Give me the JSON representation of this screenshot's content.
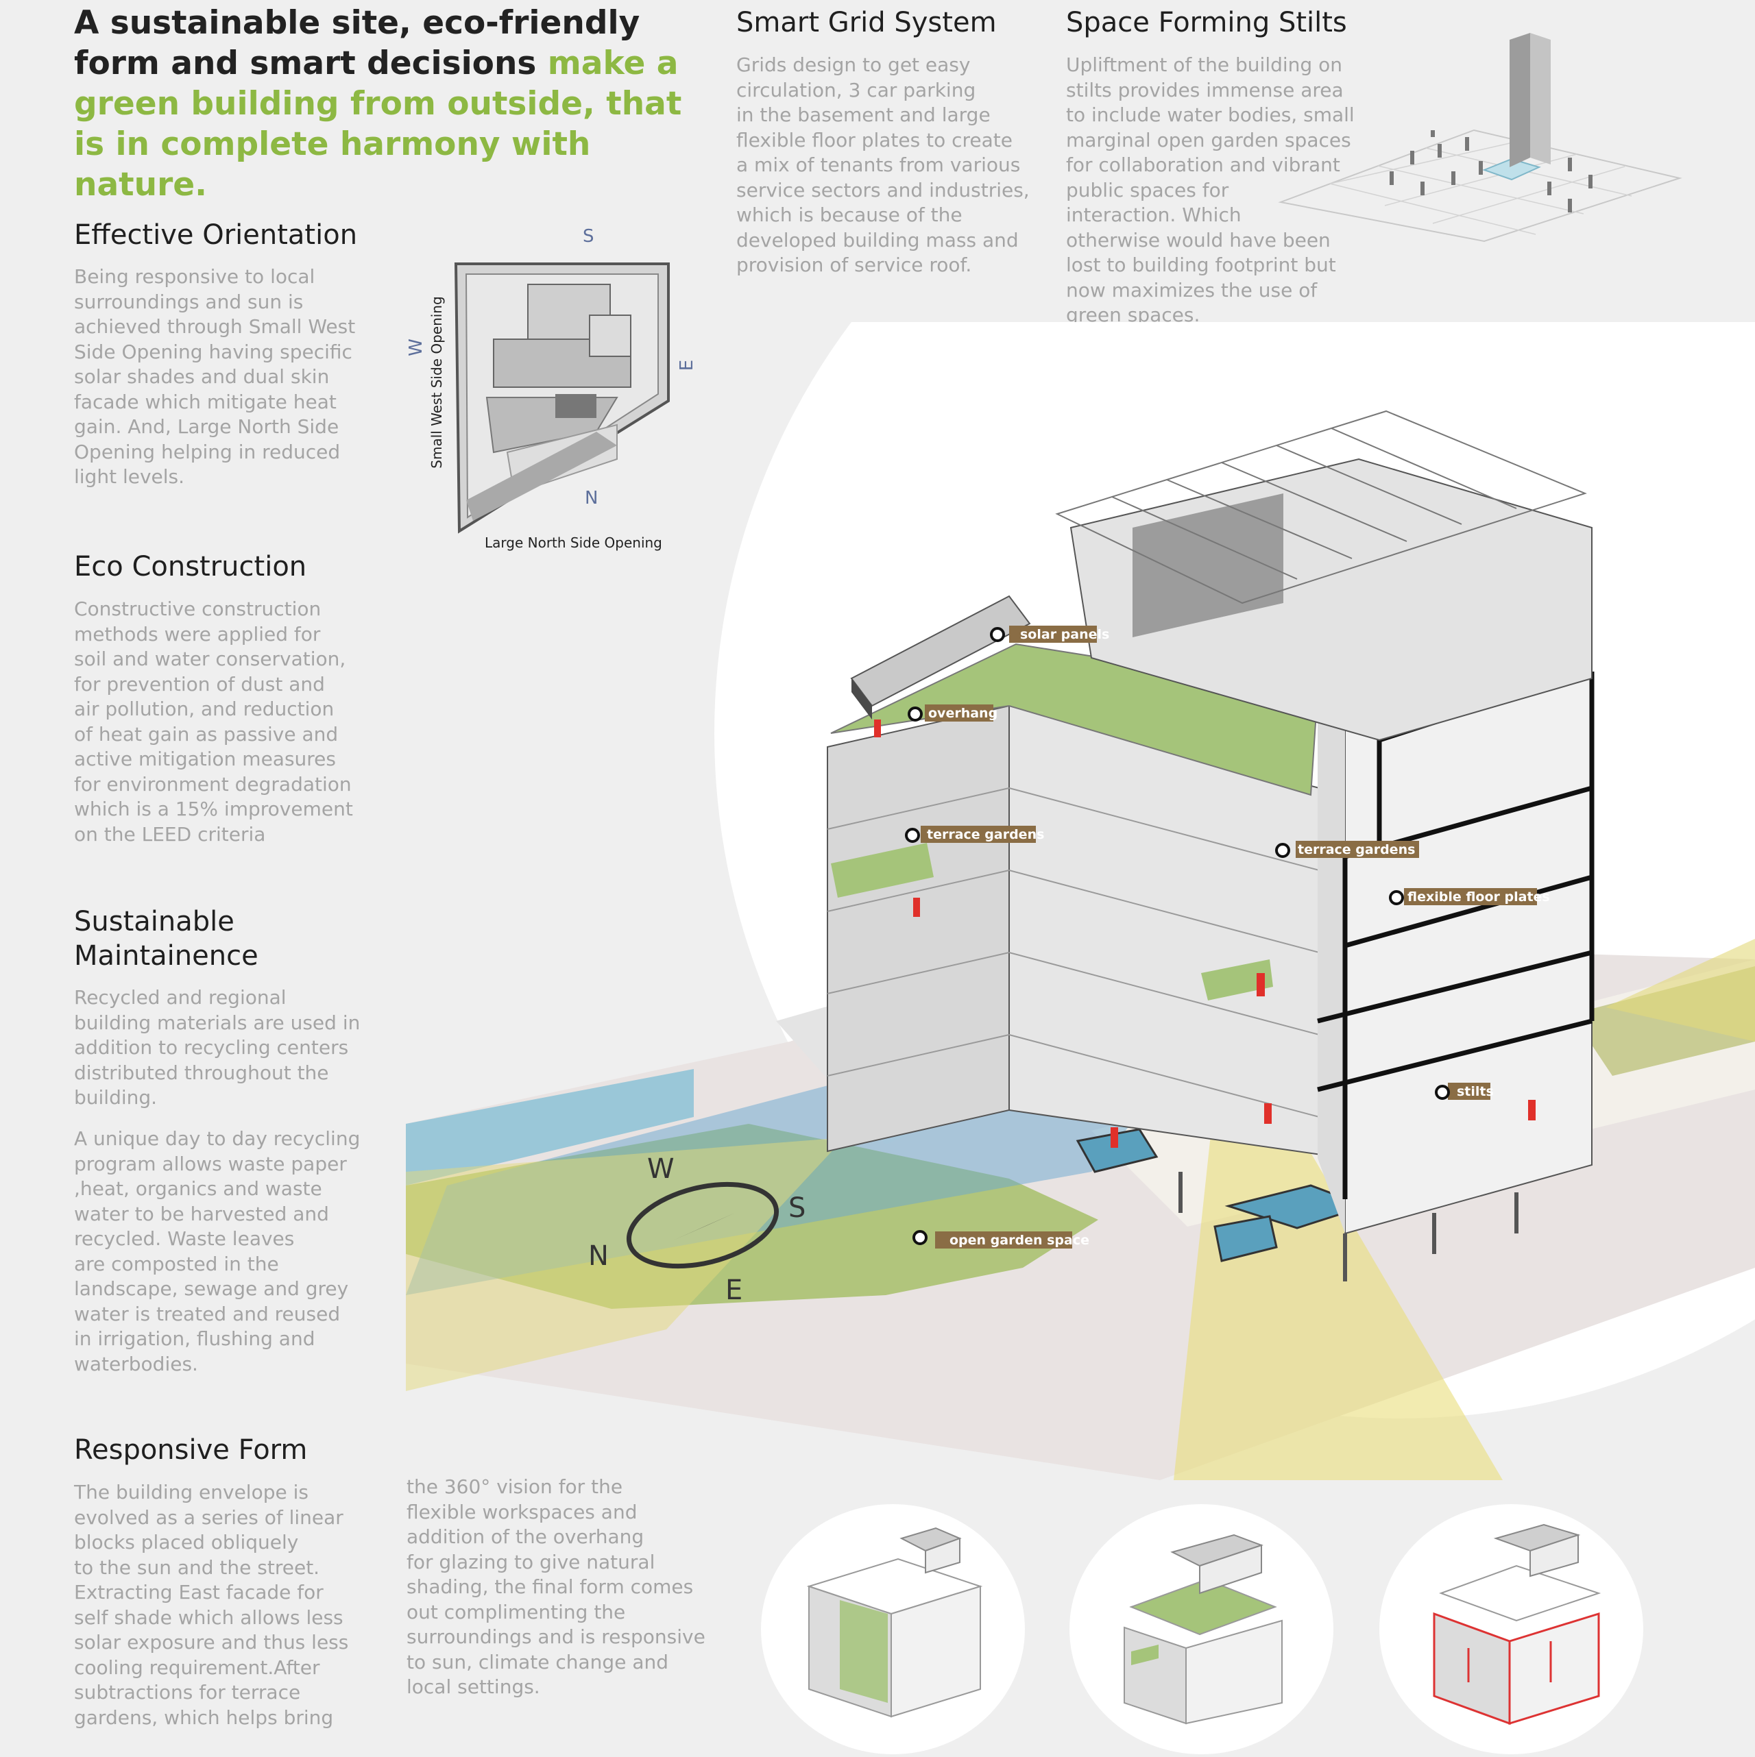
{
  "headline": {
    "dark": "A sustainable site, eco-friendly form and smart decisions",
    "green": "make a green building from outside, that is in complete harmony with nature."
  },
  "sections": {
    "effective_orientation": {
      "title": "Effective Orientation",
      "body": "Being responsive to local\nsurroundings and sun is\nachieved through Small West\nSide Opening having specific\nsolar shades and dual skin\nfacade which mitigate heat\ngain. And, Large North Side\nOpening helping in reduced\nlight levels."
    },
    "eco_construction": {
      "title": "Eco Construction",
      "body": "Constructive construction\nmethods were applied for\nsoil and water conservation,\nfor prevention of dust and\nair pollution, and reduction\nof heat gain as passive and\nactive mitigation measures\nfor environment degradation\nwhich is a 15% improvement\non the LEED criteria"
    },
    "sustainable_maintainence": {
      "title": "Sustainable\nMaintainence",
      "body1": "Recycled and regional\nbuilding materials are used in\naddition to recycling centers\ndistributed throughout the\nbuilding.",
      "body2": "A unique day to day recycling\nprogram allows waste paper\n,heat, organics and waste\nwater to be harvested and\nrecycled. Waste leaves\nare composted in the\nlandscape, sewage and grey\nwater is treated and reused\nin irrigation, flushing and\nwaterbodies."
    },
    "responsive_form": {
      "title": "Responsive Form",
      "body1": "The building envelope is\nevolved as a series of linear\nblocks placed obliquely\nto the sun and the street.\nExtracting East facade for\nself shade which allows less\nsolar exposure and thus less\ncooling requirement.After\nsubtractions for terrace\ngardens, which helps bring",
      "body2": "the 360° vision for the\nflexible workspaces and\naddition of the overhang\nfor glazing to give natural\nshading, the final form comes\nout complimenting the\nsurroundings and is responsive\nto sun, climate change and\nlocal settings."
    },
    "smart_grid": {
      "title": "Smart Grid System",
      "body": "Grids design to get easy\ncirculation, 3 car parking\nin the basement and large\nflexible floor plates to create\na mix of tenants from various\nservice sectors and industries,\nwhich is because of the\ndeveloped building mass and\nprovision of service roof."
    },
    "space_forming_stilts": {
      "title": "Space Forming Stilts",
      "body": "Upliftment of the building on\nstilts provides immense area\nto include water bodies, small\nmarginal open garden spaces\nfor collaboration and vibrant\npublic spaces for\ninteraction. Which\notherwise would have been\nlost to building footprint but\nnow maximizes the use of\ngreen spaces."
    }
  },
  "site_plan": {
    "north": "N",
    "south": "S",
    "east": "E",
    "west": "W",
    "west_label": "Small West Side Opening",
    "north_label": "Large North Side Opening"
  },
  "ground_compass": {
    "w": "W",
    "s": "S",
    "n": "N",
    "e": "E"
  },
  "callouts": {
    "solar_panels": "solar panels",
    "overhang": "overhang",
    "terrace_gardens_left": "terrace gardens",
    "terrace_gardens_right": "terrace gardens",
    "flexible_floor_plates": "flexible floor plates",
    "stilts": "stilts",
    "open_garden_space": "open garden space"
  },
  "colors": {
    "accent_green": "#8db843",
    "tag_brown": "#8a6d45",
    "compass_blue": "#5d6f9b"
  }
}
